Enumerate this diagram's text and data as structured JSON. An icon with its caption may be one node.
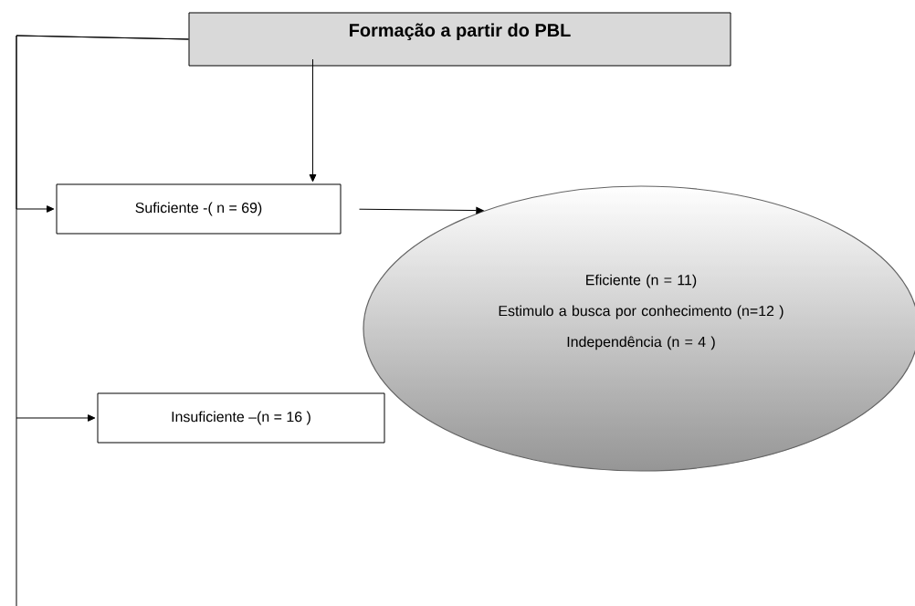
{
  "diagram": {
    "nodes": [
      {
        "text": [
          "Formação a partir do PBL"
        ]
      },
      {
        "text": [
          "Suficiente -( n = 69)"
        ]
      },
      {
        "text": [
          "Eficiente (n = 11)",
          "Estimulo a busca por conhecimento (n=12 )",
          "Independência (n = 4 )"
        ]
      },
      {
        "text": [
          "Insuficiente –(n = 16 )"
        ]
      }
    ],
    "edges": [
      {
        "from": 0,
        "to": 1,
        "arrow": "to"
      },
      {
        "from": 1,
        "to": 2,
        "arrow": "to"
      },
      {
        "from": 0,
        "to": 1,
        "arrow": "to"
      },
      {
        "from": 0,
        "to": 3,
        "arrow": "to"
      }
    ]
  }
}
